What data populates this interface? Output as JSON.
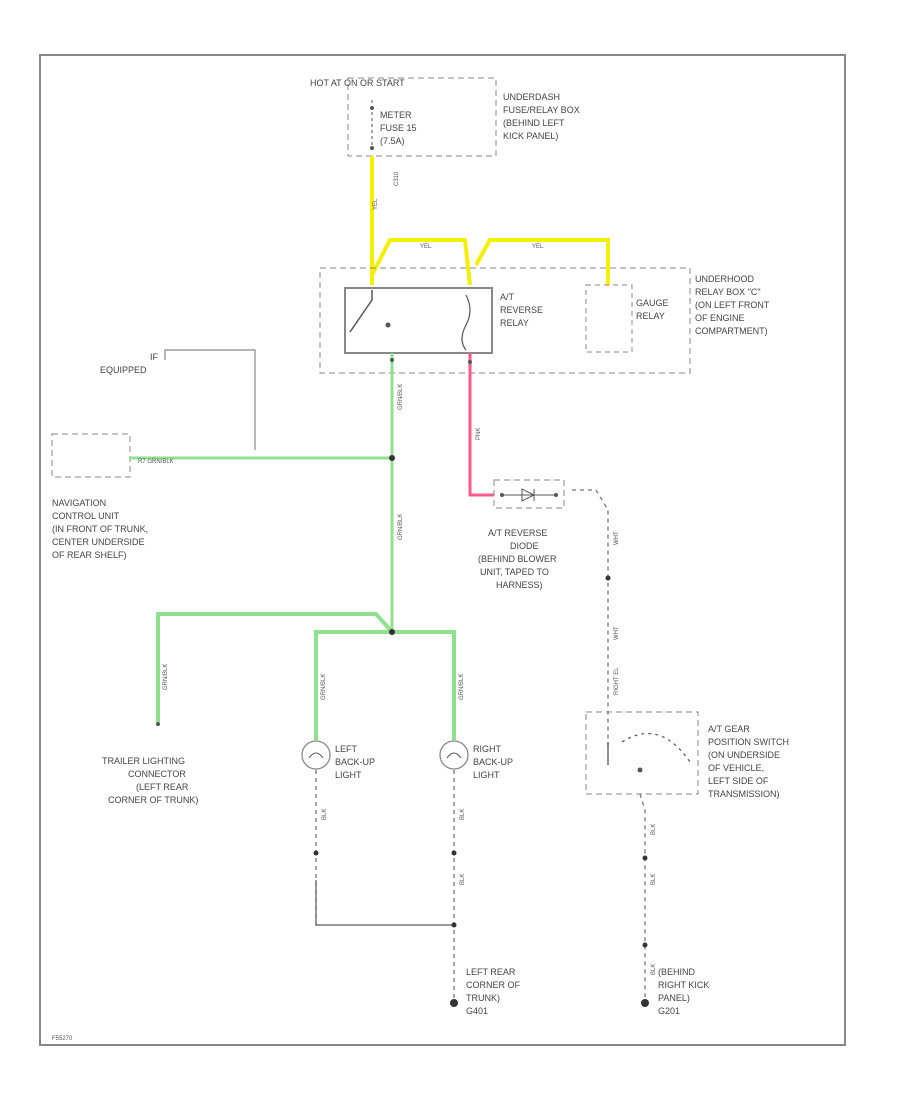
{
  "top_feed": "HOT AT ON OR START",
  "fuse_box": {
    "fuse_line1": "METER",
    "fuse_line2": "FUSE 15",
    "fuse_line3": "(7.5A)",
    "box_line1": "UNDERDASH",
    "box_line2": "FUSE/RELAY BOX",
    "box_line3": "(BEHIND LEFT",
    "box_line4": "KICK PANEL)"
  },
  "connector_c": "C310",
  "relay_box": {
    "relay_line1": "A/T",
    "relay_line2": "REVERSE",
    "relay_line3": "RELAY",
    "gauge_line1": "GAUGE",
    "gauge_line2": "RELAY",
    "box_line1": "UNDERHOOD",
    "box_line2": "RELAY BOX \"C\"",
    "box_line3": "(ON LEFT FRONT",
    "box_line4": "OF ENGINE",
    "box_line5": "COMPARTMENT)"
  },
  "if_equipped": {
    "line1": "IF",
    "line2": "EQUIPPED"
  },
  "nav_unit": {
    "wire": "R7   GRN/BLK",
    "line1": "NAVIGATION",
    "line2": "CONTROL UNIT",
    "line3": "(IN FRONT OF TRUNK,",
    "line4": "CENTER UNDERSIDE",
    "line5": "OF REAR SHELF)"
  },
  "diode": {
    "line1": "A/T REVERSE",
    "line2": "DIODE",
    "line3": "(BEHIND BLOWER",
    "line4": "UNIT, TAPED TO",
    "line5": "HARNESS)"
  },
  "gear_switch": {
    "line1": "A/T GEAR",
    "line2": "POSITION SWITCH",
    "line3": "(ON UNDERSIDE",
    "line4": "OF VEHICLE,",
    "line5": "LEFT SIDE OF",
    "line6": "TRANSMISSION)"
  },
  "trailer": {
    "line1": "TRAILER LIGHTING",
    "line2": "CONNECTOR",
    "line3": "(LEFT REAR",
    "line4": "CORNER OF TRUNK)"
  },
  "left_light": {
    "line1": "LEFT",
    "line2": "BACK-UP",
    "line3": "LIGHT"
  },
  "right_light": {
    "line1": "RIGHT",
    "line2": "BACK-UP",
    "line3": "LIGHT"
  },
  "ground_left": {
    "line1": "LEFT REAR",
    "line2": "CORNER OF",
    "line3": "TRUNK)",
    "line4": "G401"
  },
  "ground_right": {
    "line1": "(BEHIND",
    "line2": "RIGHT KICK",
    "line3": "PANEL)",
    "line4": "G201"
  },
  "wires": {
    "yel1": "YEL",
    "yel2": "YEL",
    "yel3": "YEL",
    "grnblk1": "GRN/BLK",
    "grnblk2": "GRN/BLK",
    "grnblk3": "GRN/BLK",
    "grnblk4": "GRN/BLK",
    "grnblk5": "GRN/BLK",
    "pnk": "PNK",
    "wht1": "WHT",
    "wht2": "WHT",
    "wht3": "RIGHT EL",
    "blk1": "BLK",
    "blk2": "BLK",
    "blk3": "BLK",
    "blk4": "BLK",
    "blk5": "BLK",
    "blk6": "BLK"
  },
  "footer_code": "F55270",
  "colors": {
    "yellow": "#f4f000",
    "green": "#8fe08f",
    "pink": "#ff5a8a",
    "frame": "#888888",
    "wire_gray": "#555555"
  }
}
